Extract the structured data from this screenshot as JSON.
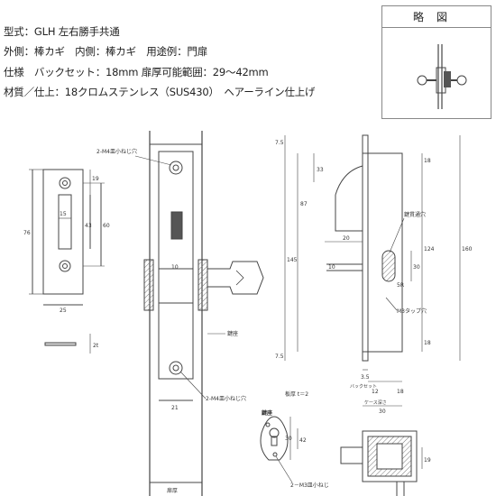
{
  "specs": [
    "型式：GLH 左右勝手共通",
    "外側：棒カギ　内側：棒カギ　用途例：門扉",
    "仕様　バックセット：18mm 扉厚可能範囲：29～42mm",
    "材質／仕上：18クロムステンレス（SUS430）　ヘアーライン仕上げ"
  ],
  "schematic": {
    "title": "略図"
  },
  "drawing": {
    "plate_dims": {
      "d76": "76",
      "d60": "60",
      "d43": "43",
      "d19": "19",
      "d15": "15",
      "d25": "25",
      "d2": "2t"
    },
    "front_labels": {
      "screw_top": "2-M4皿小ねじ穴",
      "screw_bottom": "2-M4皿小ねじ穴",
      "d10": "10",
      "d21": "21",
      "key_seat": "鍵座",
      "door_thickness": "扉厚"
    },
    "side_dims": {
      "d7_5a": "7.5",
      "d33": "33",
      "d87": "87",
      "d20": "20",
      "d145": "145",
      "d10": "10",
      "d7_5b": "7.5",
      "d18a": "18",
      "d124": "124",
      "d160": "160",
      "d30": "30",
      "d18b": "18",
      "d5r": "5R",
      "d3_5": "3.5",
      "d12": "12",
      "d18c": "18",
      "backset": "バックセット",
      "case_depth": "ケース深さ",
      "d30b": "30"
    },
    "side_labels": {
      "through_hole": "鍵貫通穴",
      "m3_tap": "M3タップ穴"
    },
    "key_seat": {
      "title": "鍵座",
      "thickness": "板厚 t＝2",
      "d30": "30",
      "d42": "42",
      "screw": "2－M3皿小ねじ"
    },
    "bottom_view": {
      "d19": "19"
    }
  }
}
